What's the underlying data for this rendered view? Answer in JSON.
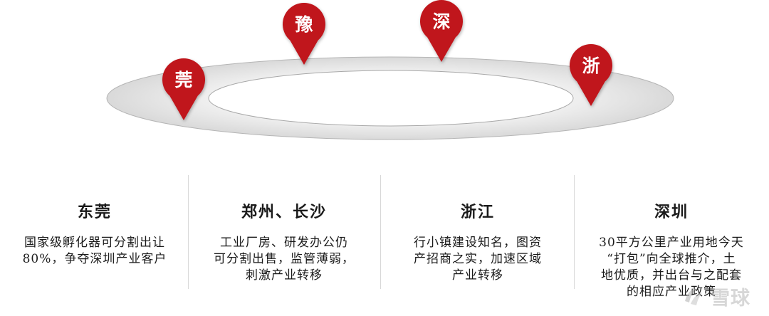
{
  "pins": [
    {
      "id": "dongguan",
      "label": "莞"
    },
    {
      "id": "henan",
      "label": "豫"
    },
    {
      "id": "shenzhen",
      "label": "深"
    },
    {
      "id": "zhejiang",
      "label": "浙"
    }
  ],
  "columns": [
    {
      "title": "东莞",
      "lines": [
        "国家级孵化器可分割出让",
        "80%，争夺深圳产业客户"
      ]
    },
    {
      "title": "郑州、长沙",
      "lines": [
        "工业厂房、研发办公仍",
        "可分割出售，监管薄弱，",
        "刺激产业转移"
      ]
    },
    {
      "title": "浙江",
      "lines": [
        "行小镇建设知名，图资",
        "产招商之实，加速区域",
        "产业转移"
      ]
    },
    {
      "title": "深圳",
      "lines": [
        "30平方公里产业用地今天",
        "“打包”向全球推介，土",
        "地优质，并出台与之配套",
        "的相应产业政策"
      ]
    }
  ],
  "colors": {
    "pin": "#c0141b",
    "ring": "#e8e8e8",
    "divider": "#d8d8d8"
  },
  "watermark": {
    "text": "雪球",
    "icon": "snowball-logo-icon"
  }
}
